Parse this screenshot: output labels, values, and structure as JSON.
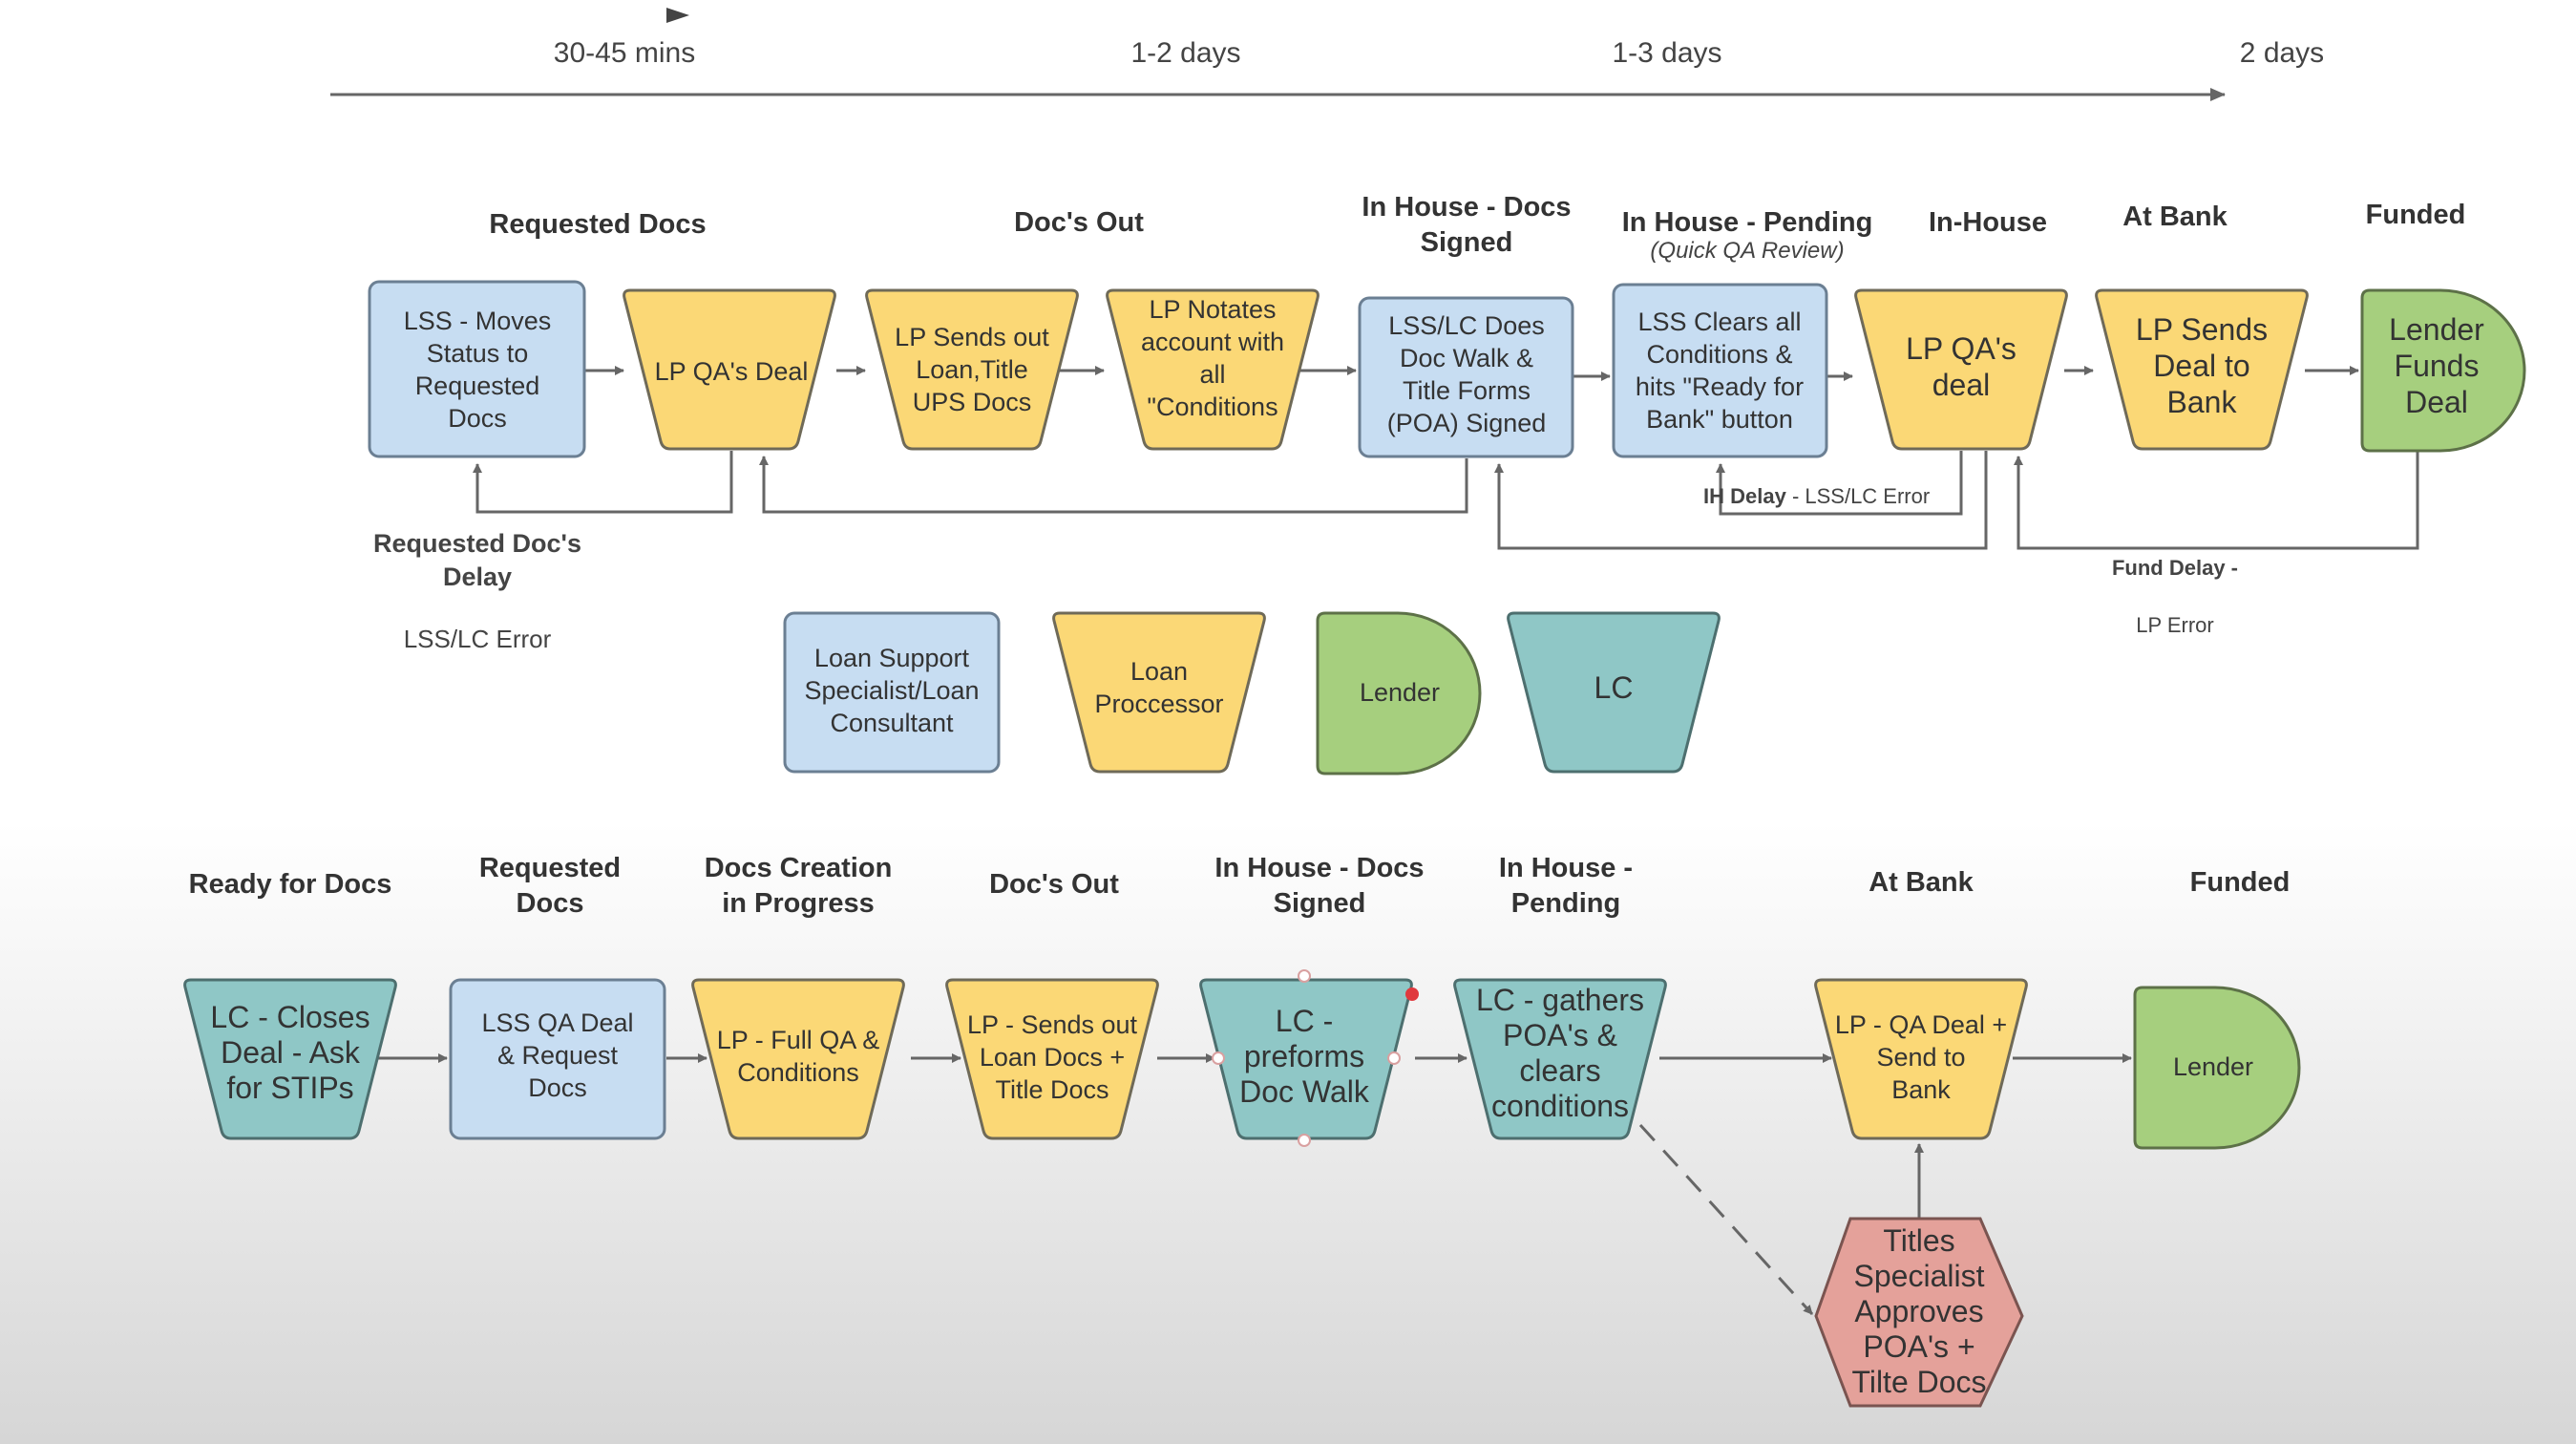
{
  "timeline": {
    "labels": [
      "30-45 mins",
      "1-2 days",
      "1-3 days",
      "2 days"
    ]
  },
  "colors": {
    "lss": "#c7ddf2",
    "lp": "#fbd876",
    "lender": "#a6cf7e",
    "lc": "#8fc7c6",
    "titles": "#e4a19a"
  },
  "top": {
    "stages": [
      {
        "id": "requested_docs",
        "lines": [
          "Requested Docs"
        ]
      },
      {
        "id": "docs_out",
        "lines": [
          "Doc's Out"
        ]
      },
      {
        "id": "in_house_docs_signed",
        "lines": [
          "In House - Docs",
          "Signed"
        ]
      },
      {
        "id": "in_house_pending",
        "lines": [
          "In House - Pending"
        ]
      },
      {
        "id": "in_house",
        "lines": [
          "In-House"
        ]
      },
      {
        "id": "at_bank",
        "lines": [
          "At Bank"
        ]
      },
      {
        "id": "funded",
        "lines": [
          "Funded"
        ]
      }
    ],
    "pending_note": "(Quick QA Review)",
    "nodes": [
      {
        "id": "lss_moves_status",
        "lines": [
          "LSS - Moves",
          "Status to",
          "Requested",
          "Docs"
        ]
      },
      {
        "id": "lp_qa_deal",
        "lines": [
          "LP QA's Deal"
        ]
      },
      {
        "id": "lp_sends_out",
        "lines": [
          "LP Sends out",
          "Loan,Title",
          "UPS Docs"
        ]
      },
      {
        "id": "lp_notates",
        "lines": [
          "LP Notates",
          "account with",
          "all",
          "\"Conditions"
        ]
      },
      {
        "id": "lss_lc_doc_walk",
        "lines": [
          "LSS/LC Does",
          "Doc Walk &",
          "Title Forms",
          "(POA) Signed"
        ]
      },
      {
        "id": "lss_clears",
        "lines": [
          "LSS Clears all",
          "Conditions &",
          "hits \"Ready for",
          "Bank\" button"
        ]
      },
      {
        "id": "lp_qa_deal_2",
        "lines": [
          "LP QA's",
          "deal"
        ]
      },
      {
        "id": "lp_sends_bank",
        "lines": [
          "LP Sends",
          "Deal to",
          "Bank"
        ]
      },
      {
        "id": "lender_funds",
        "lines": [
          "Lender",
          "Funds",
          "Deal"
        ]
      }
    ],
    "notes": {
      "requested_delay": [
        "Requested Doc's",
        "Delay"
      ],
      "requested_error": "LSS/LC Error",
      "ih_delay_bold": "IH Delay",
      "ih_delay_rest": " - LSS/LC Error",
      "fund_delay": "Fund Delay -",
      "lp_error": "LP Error"
    }
  },
  "legend": [
    {
      "id": "lss",
      "lines": [
        "Loan Support",
        "Specialist/Loan",
        "Consultant"
      ]
    },
    {
      "id": "lp",
      "lines": [
        "Loan",
        "Proccessor"
      ]
    },
    {
      "id": "lender",
      "lines": [
        "Lender"
      ]
    },
    {
      "id": "lc",
      "lines": [
        "LC"
      ]
    }
  ],
  "bottom": {
    "stages": [
      {
        "id": "ready_for_docs",
        "lines": [
          "Ready for Docs"
        ]
      },
      {
        "id": "requested_docs",
        "lines": [
          "Requested",
          "Docs"
        ]
      },
      {
        "id": "docs_creation",
        "lines": [
          "Docs Creation",
          "in Progress"
        ]
      },
      {
        "id": "docs_out",
        "lines": [
          "Doc's Out"
        ]
      },
      {
        "id": "in_house_docs_signed",
        "lines": [
          "In House - Docs",
          "Signed"
        ]
      },
      {
        "id": "in_house_pending",
        "lines": [
          "In House -",
          "Pending"
        ]
      },
      {
        "id": "at_bank",
        "lines": [
          "At Bank"
        ]
      },
      {
        "id": "funded",
        "lines": [
          "Funded"
        ]
      }
    ],
    "nodes": [
      {
        "id": "lc_closes",
        "lines": [
          "LC - Closes",
          "Deal - Ask",
          "for STIPs"
        ]
      },
      {
        "id": "lss_qa_request",
        "lines": [
          "LSS QA Deal",
          "& Request",
          "Docs"
        ]
      },
      {
        "id": "lp_full_qa",
        "lines": [
          "LP - Full QA &",
          "Conditions"
        ]
      },
      {
        "id": "lp_sends_loan_docs",
        "lines": [
          "LP - Sends out",
          "Loan Docs +",
          "Title Docs"
        ]
      },
      {
        "id": "lc_doc_walk",
        "lines": [
          "LC -",
          "preforms",
          "Doc Walk"
        ]
      },
      {
        "id": "lc_gathers",
        "lines": [
          "LC - gathers",
          "POA's &",
          "clears",
          "conditions"
        ]
      },
      {
        "id": "lp_qa_send_bank",
        "lines": [
          "LP - QA Deal +",
          "Send to",
          "Bank"
        ]
      },
      {
        "id": "lender",
        "lines": [
          "Lender"
        ]
      },
      {
        "id": "titles_specialist",
        "lines": [
          "Titles",
          "Specialist",
          "Approves",
          "POA's +",
          "Tilte Docs"
        ]
      }
    ]
  }
}
